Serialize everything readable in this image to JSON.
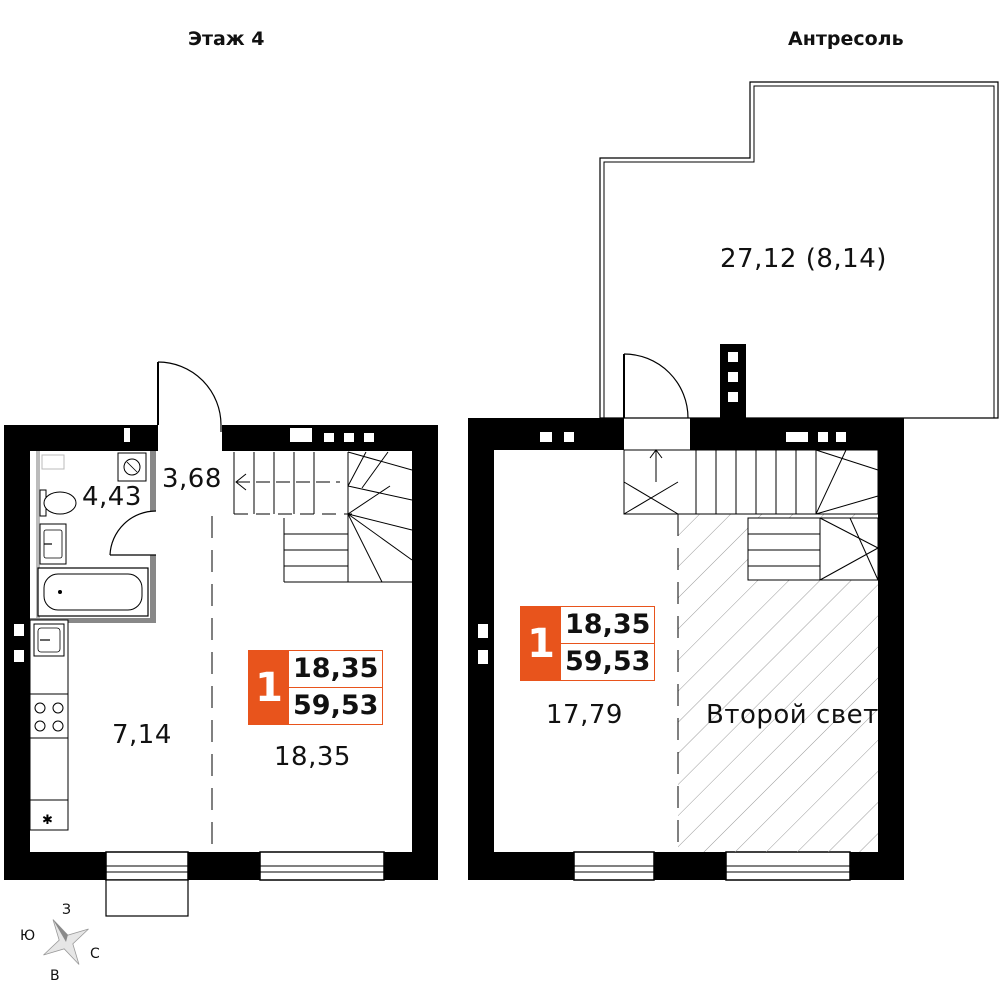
{
  "floors": {
    "left_title": "Этаж 4",
    "right_title": "Антресоль"
  },
  "rooms": {
    "bathroom": "4,43",
    "hall": "3,68",
    "kitchen": "7,14",
    "living": "18,35",
    "mezzanine_room": "17,79",
    "second_light": "Второй свет",
    "attic": "27,12 (8,14)"
  },
  "badge": {
    "rooms_count": "1",
    "living_area": "18,35",
    "total_area": "59,53"
  },
  "compass": {
    "north": "З",
    "south": "В",
    "east": "С",
    "west": "Ю"
  },
  "colors": {
    "accent": "#e8541c",
    "wall": "#000000"
  }
}
